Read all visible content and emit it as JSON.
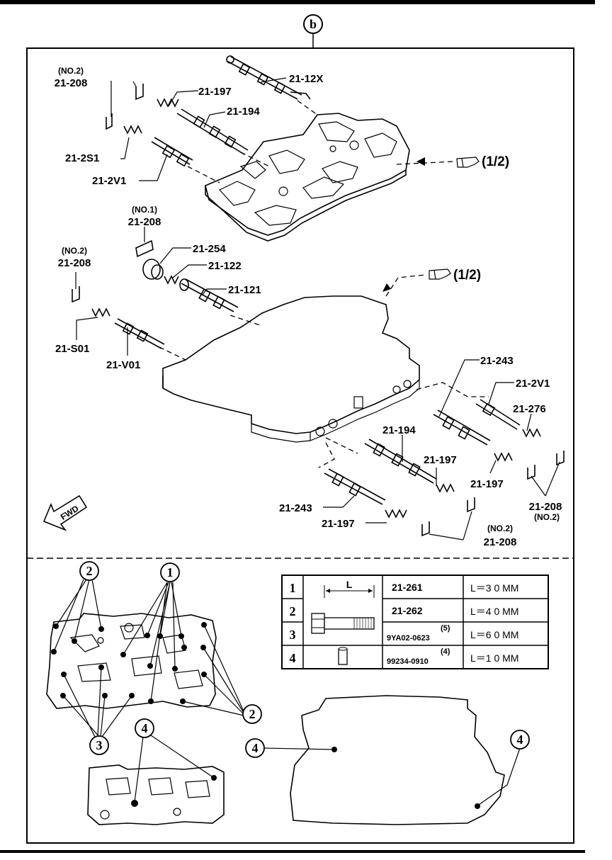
{
  "header": {
    "section_marker": "b"
  },
  "upper_panel": {
    "labels": {
      "p_21_12X": "21-12X",
      "p_21_197_a": "21-197",
      "p_21_194_a": "21-194",
      "p_no2_a": "(NO.2)",
      "p_21_208_a": "21-208",
      "p_21_2S1": "21-2S1",
      "p_21_2V1_a": "21-2V1",
      "p_half_a": "(1/2)",
      "p_no1": "(NO.1)",
      "p_21_208_b": "21-208",
      "p_21_254": "21-254",
      "p_21_122": "21-122",
      "p_21_121": "21-121",
      "p_no2_b": "(NO.2)",
      "p_21_208_c": "21-208",
      "p_21_S01": "21-S01",
      "p_21_V01": "21-V01",
      "p_half_b": "(1/2)",
      "p_21_243_a": "21-243",
      "p_21_2V1_b": "21-2V1",
      "p_21_276": "21-276",
      "p_21_194_b": "21-194",
      "p_21_197_b": "21-197",
      "p_21_197_c": "21-197",
      "p_21_208_d": "21-208",
      "p_no2_d": "(NO.2)",
      "p_21_243_b": "21-243",
      "p_21_197_d": "21-197",
      "p_no2_e": "(NO.2)",
      "p_21_208_e": "21-208",
      "fwd": "FWD"
    }
  },
  "lower_panel": {
    "callouts": {
      "c1": "1",
      "c2a": "2",
      "c2b": "2",
      "c3": "3",
      "c4a": "4",
      "c4b": "4",
      "c4c": "4"
    },
    "bolt_table": {
      "dimension_label": "L",
      "rows": [
        {
          "index": "1",
          "part": "21-261",
          "qty": "",
          "length": "L＝3 0 MM"
        },
        {
          "index": "2",
          "part": "21-262",
          "qty": "",
          "length": "L＝4 0 MM"
        },
        {
          "index": "3",
          "part": "9YA02-0623",
          "qty": "(5)",
          "length": "L＝6 0 MM"
        },
        {
          "index": "4",
          "part": "99234-0910",
          "qty": "(4)",
          "length": "L＝1 0 MM"
        }
      ]
    }
  }
}
